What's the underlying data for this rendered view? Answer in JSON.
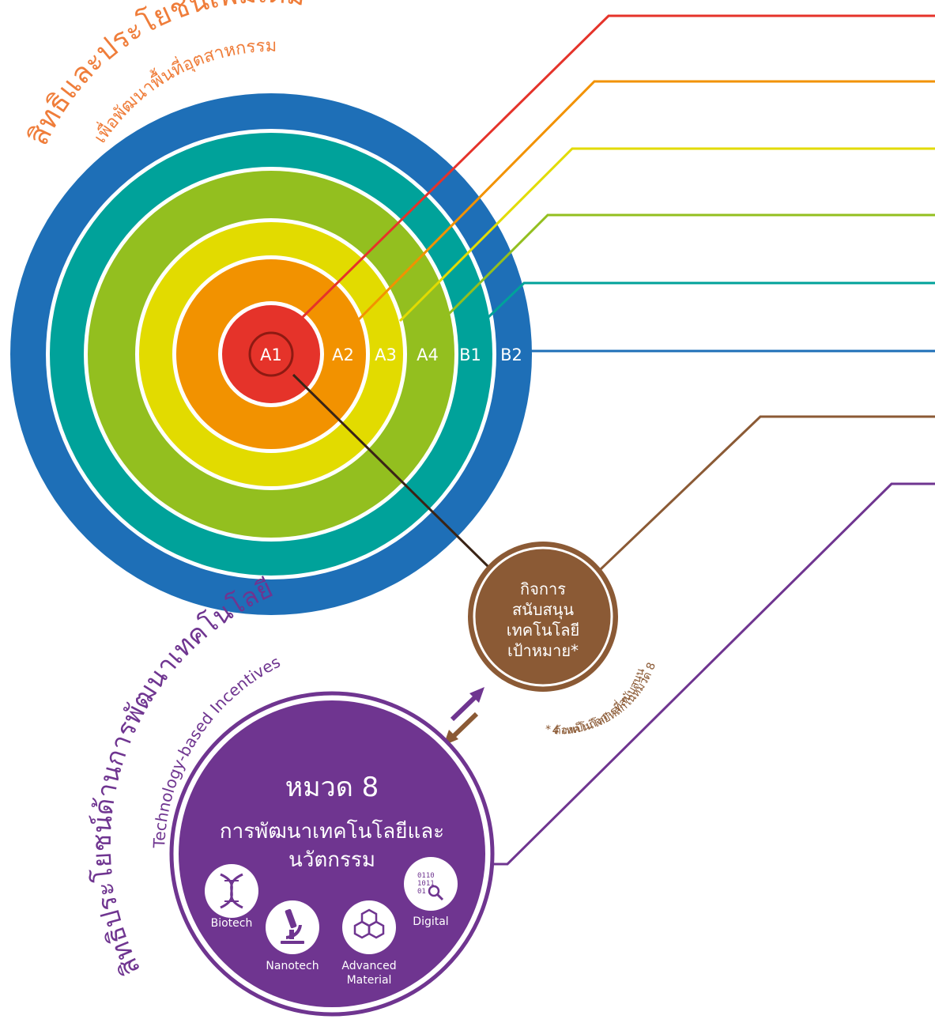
{
  "title": {
    "main": "สิทธิและประโยชน์เพิ่มเติม",
    "sub": "เพื่อพัฒนาพื้นที่อุตสาหกรรม",
    "color": "#EF7D3A"
  },
  "rings": [
    {
      "label": "B2",
      "color": "#1E6FB7"
    },
    {
      "label": "B1",
      "color": "#00A29A"
    },
    {
      "label": "A4",
      "color": "#93BF1F"
    },
    {
      "label": "A3",
      "color": "#E2DB00"
    },
    {
      "label": "A2",
      "color": "#F29200"
    },
    {
      "label": "A1",
      "color": "#E5332A"
    }
  ],
  "leader_colors": {
    "A1": "#E5332A",
    "A2": "#F29200",
    "A3": "#E2DB00",
    "A4": "#93BF1F",
    "B1": "#00A29A",
    "B2": "#1E6FB7",
    "target": "#8B5A35",
    "cat8": "#6F3590"
  },
  "target_tech": {
    "lines": [
      "กิจการ",
      "สนับสนุน",
      "เทคโนโลยี",
      "เป้าหมาย*"
    ],
    "color": "#8B5A35",
    "footnote_1": "* ต้องเป็นกิจการที่สนับสนุน",
    "footnote_2": "4 เทคโนโลยีหลักในหมวด 8"
  },
  "category8": {
    "title": "หมวด 8",
    "subtitle_1": "การพัฒนาเทคโนโลยีและ",
    "subtitle_2": "นวัตกรรม",
    "color": "#6F3590",
    "technologies": [
      {
        "label": "Biotech",
        "icon": "dna-icon"
      },
      {
        "label": "Nanotech",
        "icon": "microscope-icon"
      },
      {
        "label": "Advanced Material",
        "label_1": "Advanced",
        "label_2": "Material",
        "icon": "hexagon-molecule-icon"
      },
      {
        "label": "Digital",
        "icon": "binary-magnifier-icon"
      }
    ]
  },
  "tech_incentives": {
    "main": "สิทธิประโยชน์ด้านการพัฒนาเทคโนโลยี",
    "sub": "Technology-based Incentives",
    "color": "#6F3590"
  }
}
